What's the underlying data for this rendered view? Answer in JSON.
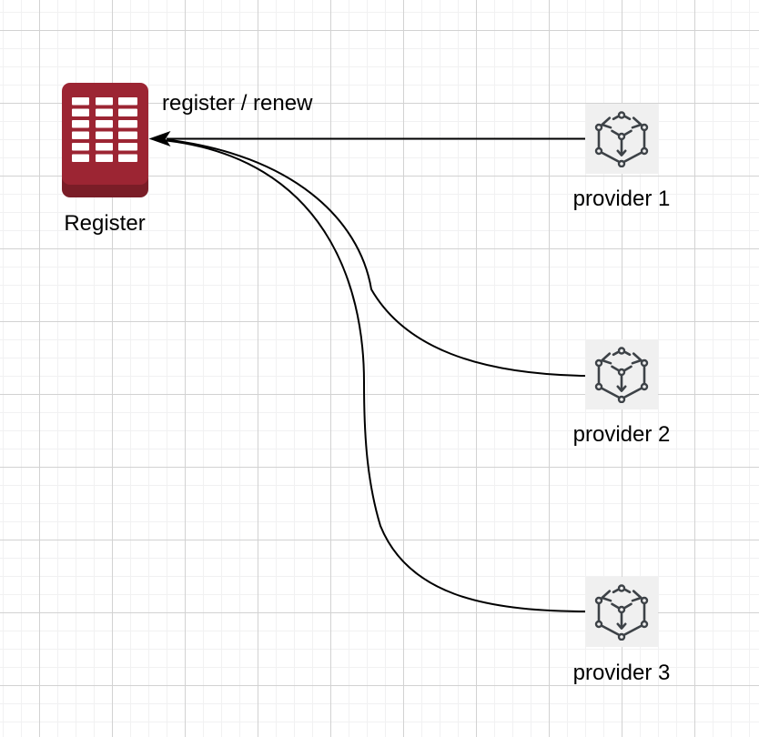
{
  "register": {
    "label": "Register",
    "icon": "registry-building-icon"
  },
  "edge_label": "register / renew",
  "providers": [
    {
      "label": "provider 1",
      "icon": "cube-icon"
    },
    {
      "label": "provider 2",
      "icon": "cube-icon"
    },
    {
      "label": "provider 3",
      "icon": "cube-icon"
    }
  ],
  "edges": [
    {
      "from": "provider 1",
      "to": "Register",
      "label": "register / renew",
      "style": "straight-arrow"
    },
    {
      "from": "provider 2",
      "to": "Register",
      "label": "register / renew",
      "style": "curved-arrow"
    },
    {
      "from": "provider 3",
      "to": "Register",
      "label": "register / renew",
      "style": "curved-arrow"
    }
  ],
  "colors": {
    "background": "#ffffff",
    "grid_minor": "#f1f1f2",
    "grid_major": "#d2d2d2",
    "register_fill": "#9c2533",
    "register_shadow": "#7a1d27",
    "register_bars": "#ffffff",
    "cube_stroke": "#3d4247",
    "cube_bg": "#f0f0f0",
    "edge": "#000000",
    "label": "#000000"
  }
}
